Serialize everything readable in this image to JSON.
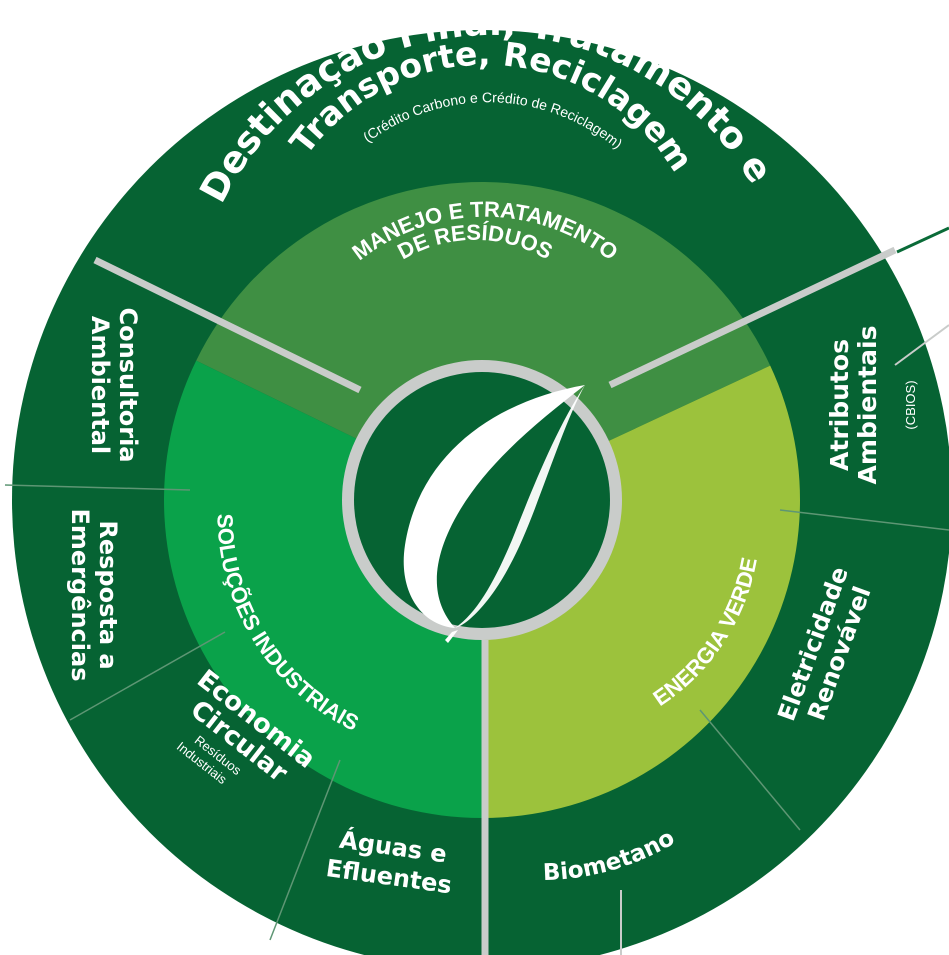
{
  "colors": {
    "outer_ring": "#066333",
    "outer_ring_mid": "#0a6b38",
    "manejo_sector": "#3f8f43",
    "solucoes_sector": "#0aa24a",
    "energia_sector": "#9cc23c",
    "center_disc": "#066333",
    "divider": "#c9ccca",
    "thin_divider": "#5e9674",
    "leaf": "#ffffff"
  },
  "outer_top": {
    "line1": "Destinação Final, Tratamento e",
    "line2": "Transporte, Reciclagem",
    "line3": "(Crédito Carbono e Crédito de Reciclagem)"
  },
  "outer_left": {
    "consultoria_l1": "Consultoria",
    "consultoria_l2": "Ambiental",
    "resposta_l1": "Resposta a",
    "resposta_l2": "Emergências",
    "economia_l1": "Economia",
    "economia_l2": "Circular",
    "economia_sub1": "Resíduos",
    "economia_sub2": "Industriais",
    "aguas_l1": "Águas e",
    "aguas_l2": "Efluentes"
  },
  "outer_right": {
    "atributos_l1": "Atributos",
    "atributos_l2": "Ambientais",
    "atributos_sub": "(CBIOS)",
    "eletricidade_l1": "Eletricidade",
    "eletricidade_l2": "Renovável",
    "biometano": "Biometano"
  },
  "inner": {
    "manejo_l1": "MANEJO E TRATAMENTO",
    "manejo_l2": "DE RESÍDUOS",
    "solucoes": "SOLUÇÕES INDUSTRIAIS",
    "energia": "ENERGIA VERDE"
  },
  "center": {
    "icon": "leaf-icon"
  }
}
